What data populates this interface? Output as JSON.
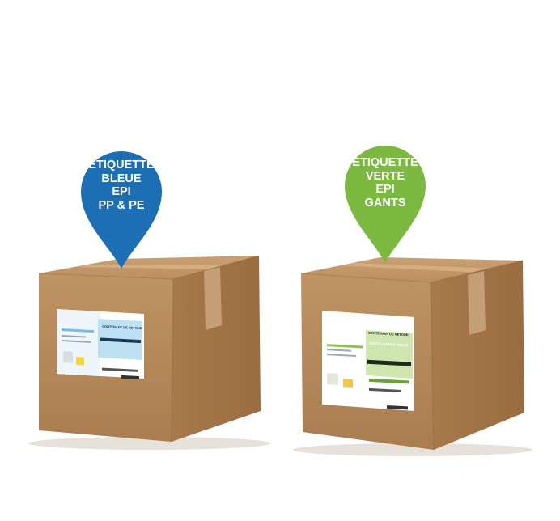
{
  "blue_pin": {
    "lines": [
      "ÉTIQUETTE",
      "BLEUE",
      "EPI",
      "PP & PE"
    ],
    "color": "#1c6fb4"
  },
  "green_pin": {
    "lines": [
      "ÉTIQUETTE",
      "VERTE",
      "EPI",
      "GANTS"
    ],
    "color": "#7cb940"
  },
  "blue_label": {
    "heading": "CONTENANT DE RETOUR"
  },
  "green_label": {
    "heading": "CONTENANT DE RETOUR",
    "subheading": "GANTS USAGÉS UNIQUE"
  },
  "colors": {
    "cardboard_front": "#b68a5c",
    "cardboard_side": "#a47648",
    "cardboard_top": "#c79b6c",
    "tape": "#c9a47a"
  }
}
